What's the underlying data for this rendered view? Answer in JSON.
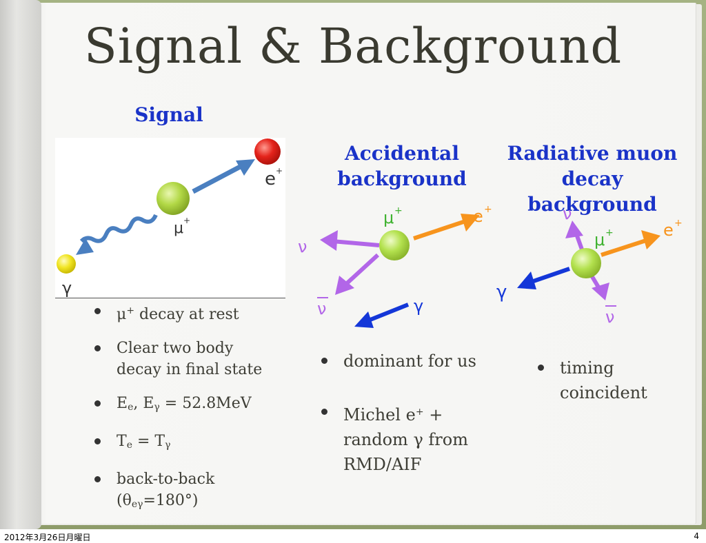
{
  "slide": {
    "title": "Signal & Background",
    "signal_heading": "Signal",
    "accidental_heading": [
      "Accidental",
      "background"
    ],
    "radiative_heading": [
      "Radiative muon",
      "decay background"
    ]
  },
  "signal_diagram": {
    "muon_label": "μ",
    "muon_sup": "+",
    "positron_label": "e",
    "positron_sup": "+",
    "gamma_label": "γ"
  },
  "accidental_diagram": {
    "muon_label": "μ",
    "muon_sup": "+",
    "positron_label": "e",
    "positron_sup": "+",
    "nu_label": "ν",
    "nubar_label": "ν",
    "gamma_label": "γ"
  },
  "radiative_diagram": {
    "muon_label": "μ",
    "muon_sup": "+",
    "positron_label": "e",
    "positron_sup": "+",
    "nu_label": "ν",
    "nubar_label": "ν",
    "gamma_label": "γ"
  },
  "signal_bullets": {
    "b1_main": "μ",
    "b1_sup": "+",
    "b1_rest": " decay at rest",
    "b2_line1": "Clear two body",
    "b2_line2": "decay in final state",
    "b3_e": "E",
    "b3_e_sub": "e",
    "b3_mid": ", E",
    "b3_g_sub": "γ",
    "b3_rest": " = 52.8MeV",
    "b4_t": "T",
    "b4_t_sub": "e",
    "b4_mid": " = T",
    "b4_g_sub": "γ",
    "b5_line1": "back-to-back",
    "b5_line2_open": "(θ",
    "b5_line2_sub": "eγ",
    "b5_line2_rest": "=180°)"
  },
  "accidental_bullets": {
    "b1": "dominant for us",
    "b2_line1_main": "Michel e",
    "b2_line1_sup": "+",
    "b2_line1_rest": " +",
    "b2_line2": "random γ from",
    "b2_line3": "RMD/AIF"
  },
  "radiative_bullets": {
    "b1_line1": "timing",
    "b1_line2": "coincident"
  },
  "footer": {
    "date": "2012年3月26日月曜日",
    "page_number": "4"
  },
  "colors": {
    "heading_blue": "#1a33c8",
    "muon_green": "#a8d64c",
    "positron_red": "#e0201a",
    "gamma_yellow": "#f0e020",
    "arrow_orange": "#f7941d",
    "arrow_violet": "#b266e8",
    "arrow_blue": "#1437d8",
    "arrow_steel": "#4a7fc0"
  }
}
